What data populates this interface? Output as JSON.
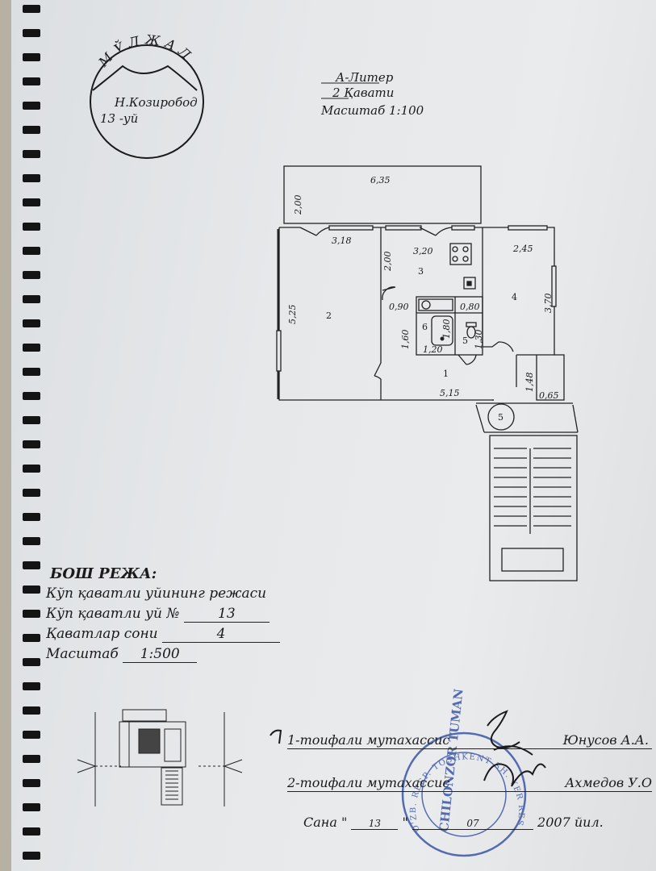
{
  "stamp_top": {
    "arc_text": "МЎЛЖАЛ",
    "line1": "Н.Козиробод",
    "line2": "13 -уй"
  },
  "header": {
    "liter": "А-Литер",
    "floor": "2 Қавати",
    "scale": "Масштаб 1:100"
  },
  "plan": {
    "dims": {
      "balcony_width": "6,35",
      "balcony_depth": "2,00",
      "room2_width": "3,18",
      "room2_height": "5,25",
      "room3_width": "3,20",
      "room3_depth": "2,00",
      "room4_width": "2,45",
      "room4_height": "3,70",
      "closet_width": "0,90",
      "bath_length": "1,80",
      "wc_width": "0,80",
      "bath_height": "1,60",
      "bath_width": "1,20",
      "wc_height": "1,30",
      "hall_width": "5,15",
      "hall_depth": "1,48",
      "niche_width": "0,65"
    },
    "rooms": {
      "r1": "1",
      "r2": "2",
      "r3": "3",
      "r4": "4",
      "r5_wc": "5",
      "r5_stair": "5",
      "r6": "6"
    }
  },
  "general_plan": {
    "heading": "БОШ РЕЖА:",
    "line1": "Кўп қаватли уйининг режаси",
    "house_label": "Кўп қаватли уй №",
    "house_no": "13",
    "floors_label": "Қаватлар сони",
    "floors_no": "4",
    "scale_label": "Масштаб",
    "scale_value": "1:500"
  },
  "signatures": {
    "spec1_label": "1-тоифали мутахассис",
    "spec1_name": "Юнусов А.А.",
    "spec2_label": "2-тоифали мутахассис",
    "spec2_name": "Ахмедов У.О",
    "date_label": "Сана \"",
    "date_day": "13",
    "date_quote": "\"",
    "date_month": "07",
    "date_year": "2007 йил."
  },
  "seal": {
    "ring_text": "O'ZB. RESP. TOSHKENT SH. YER RESURSLARI VA DAVLAT KADASTRI BOSHQARMASI",
    "center": "CHILONZOR TUMAN"
  },
  "colors": {
    "ink": "#1b1b1b",
    "seal": "#3b55a8",
    "paper": "#e6e8ea"
  }
}
